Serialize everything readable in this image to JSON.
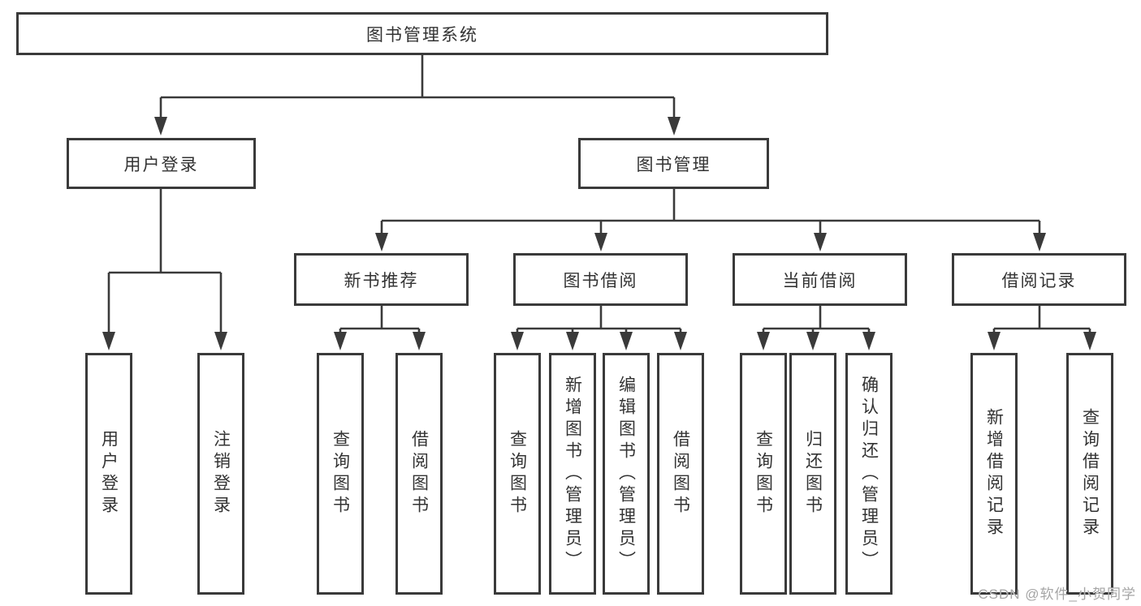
{
  "diagram": {
    "root": "图书管理系统",
    "level2": [
      "用户登录",
      "图书管理"
    ],
    "level3": [
      "新书推荐",
      "图书借阅",
      "当前借阅",
      "借阅记录"
    ],
    "leaves": {
      "login": [
        "用户登录",
        "注销登录"
      ],
      "recommend": [
        "查询图书",
        "借阅图书"
      ],
      "borrow": [
        "查询图书",
        "新增图书（管理员）",
        "编辑图书（管理员）",
        "借阅图书"
      ],
      "current": [
        "查询图书",
        "归还图书",
        "确认归还（管理员）"
      ],
      "records": [
        "新增借阅记录",
        "查询借阅记录"
      ]
    }
  },
  "watermark": "CSDN @软件_小贺同学",
  "colors": {
    "line": "#3a3a3a",
    "text": "#333333",
    "watermark": "#a5a5a5",
    "background": "#ffffff"
  }
}
